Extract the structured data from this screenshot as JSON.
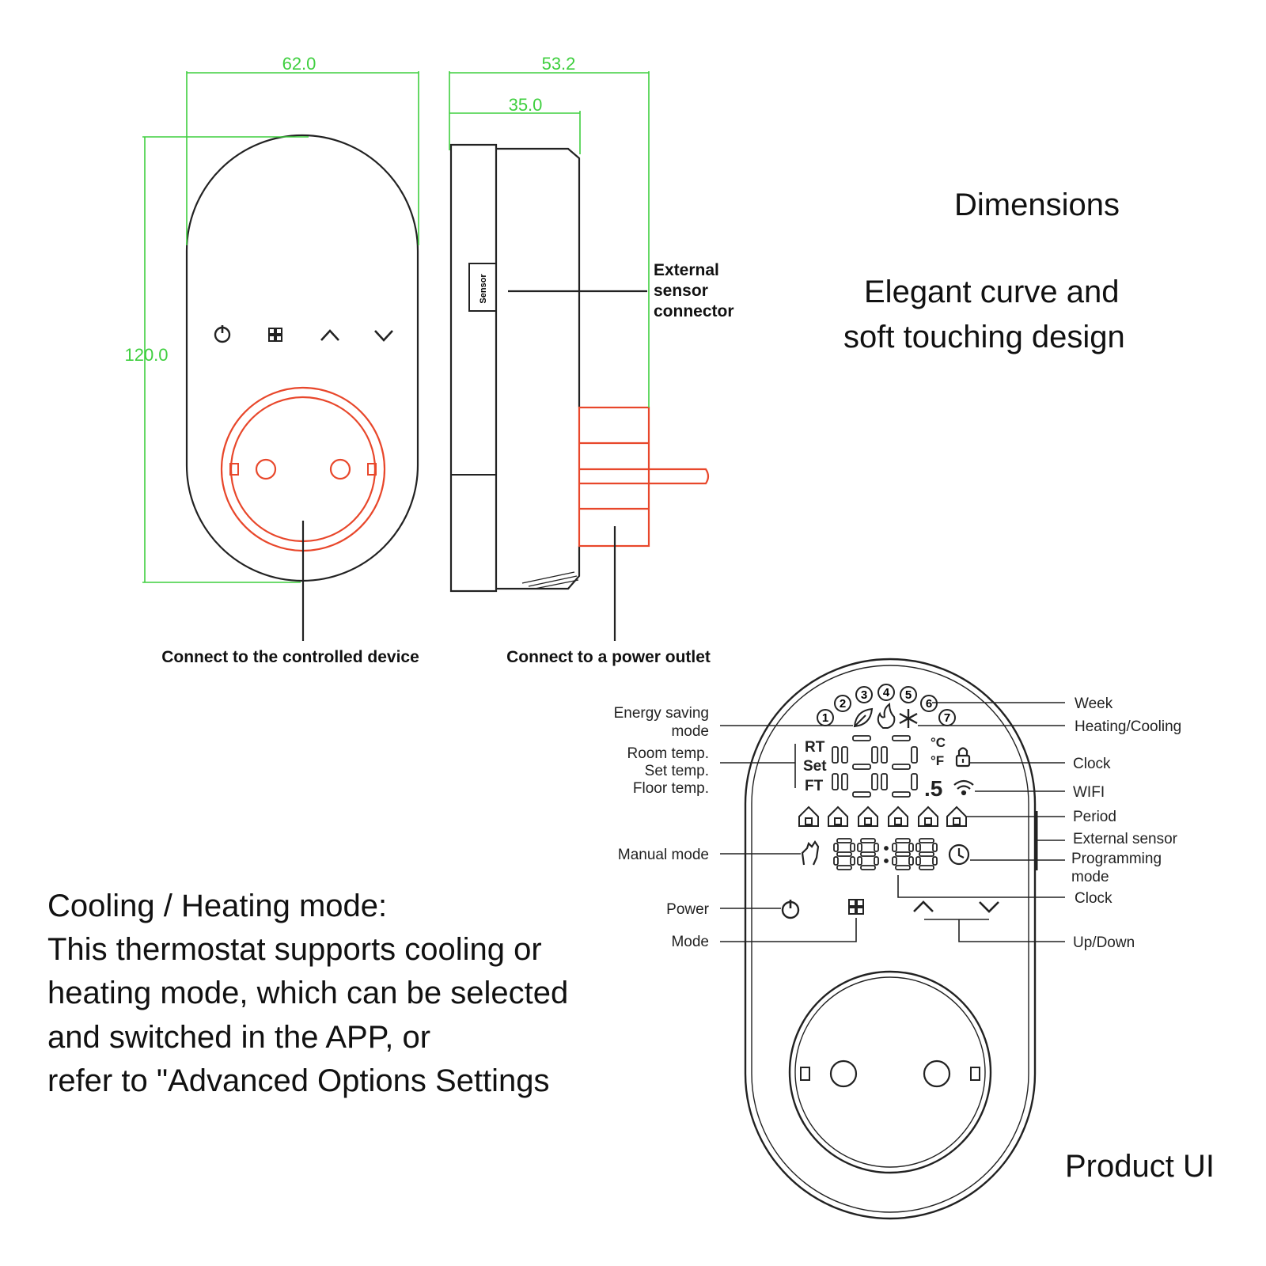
{
  "headings": {
    "dimensions": "Dimensions",
    "tagline_line1": "Elegant curve and",
    "tagline_line2": "soft touching design",
    "product_ui": "Product UI"
  },
  "mode_text": {
    "line1": "Cooling / Heating mode:",
    "line2": "This thermostat supports cooling or",
    "line3": "heating mode, which can be selected",
    "line4": "and switched in the APP, or",
    "line5": "refer to \"Advanced Options Settings"
  },
  "dimensions": {
    "front_width": "62.0",
    "front_height": "120.0",
    "side_depth_total": "53.2",
    "side_depth_body": "35.0"
  },
  "callouts": {
    "external_sensor_1": "External",
    "external_sensor_2": "sensor",
    "external_sensor_3": "connector",
    "sensor_port": "Sensor",
    "controlled_device": "Connect to the controlled device",
    "power_outlet": "Connect to a power outlet"
  },
  "ui_labels": {
    "energy_saving_1": "Energy saving",
    "energy_saving_2": "mode",
    "room_temp": "Room temp.",
    "set_temp": "Set temp.",
    "floor_temp": "Floor temp.",
    "manual_mode": "Manual mode",
    "power": "Power",
    "mode": "Mode",
    "week": "Week",
    "heating_cooling": "Heating/Cooling",
    "clock_top": "Clock",
    "wifi": "WIFI",
    "period": "Period",
    "external_sensor": "External sensor",
    "programming_1": "Programming",
    "programming_2": "mode",
    "clock_bottom": "Clock",
    "up_down": "Up/Down"
  },
  "lcd": {
    "rt": "RT",
    "set": "Set",
    "ft": "FT",
    "celsius": "°C",
    "fahrenheit": "°F",
    "digit_half": ".5",
    "week_days": [
      "1",
      "2",
      "3",
      "4",
      "5",
      "6",
      "7"
    ]
  },
  "colors": {
    "dimension_lines": "#3fcf3f",
    "socket_outline": "#e8472b",
    "outline": "#222222"
  }
}
